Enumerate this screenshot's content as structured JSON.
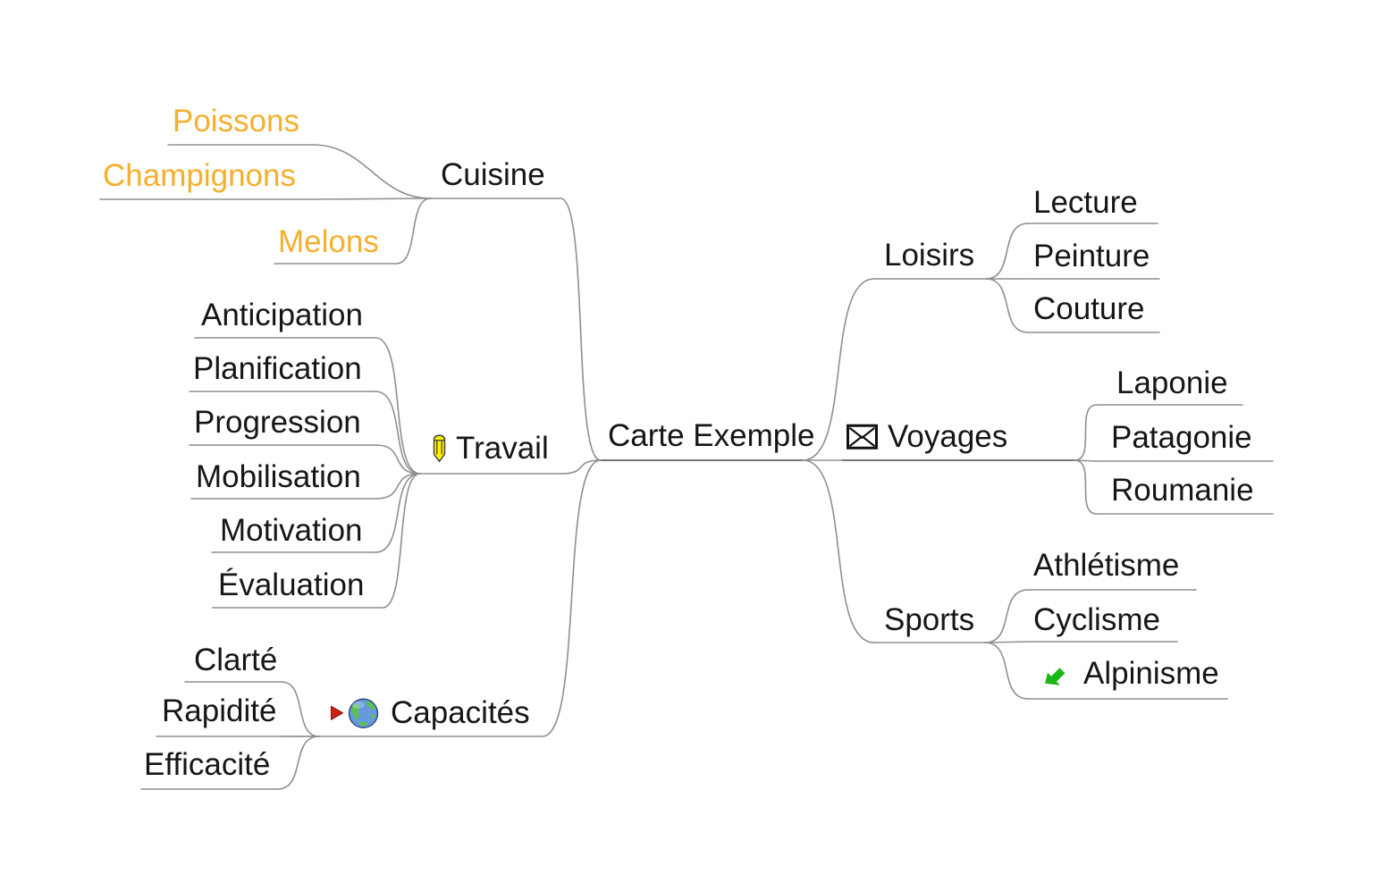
{
  "map": {
    "title": "Carte Exemple",
    "root": {
      "label": "Carte Exemple"
    },
    "left": [
      {
        "label": "Cuisine",
        "children": [
          {
            "label": "Poissons",
            "color": "#F5AF2D"
          },
          {
            "label": "Champignons",
            "color": "#F5AF2D"
          },
          {
            "label": "Melons",
            "color": "#F5AF2D"
          }
        ]
      },
      {
        "label": "Travail",
        "icons": [
          "pencil-icon"
        ],
        "children": [
          {
            "label": "Anticipation"
          },
          {
            "label": "Planification"
          },
          {
            "label": "Progression"
          },
          {
            "label": "Mobilisation"
          },
          {
            "label": "Motivation"
          },
          {
            "label": "Évaluation"
          }
        ]
      },
      {
        "label": "Capacités",
        "icons": [
          "red-triangle-icon",
          "globe-icon"
        ],
        "children": [
          {
            "label": "Clarté"
          },
          {
            "label": "Rapidité"
          },
          {
            "label": "Efficacité"
          }
        ]
      }
    ],
    "right": [
      {
        "label": "Loisirs",
        "children": [
          {
            "label": "Lecture"
          },
          {
            "label": "Peinture"
          },
          {
            "label": "Couture"
          }
        ]
      },
      {
        "label": "Voyages",
        "icons": [
          "envelope-icon"
        ],
        "children": [
          {
            "label": "Laponie"
          },
          {
            "label": "Patagonie"
          },
          {
            "label": "Roumanie"
          }
        ]
      },
      {
        "label": "Sports",
        "children": [
          {
            "label": "Athlétisme"
          },
          {
            "label": "Cyclisme"
          },
          {
            "label": "Alpinisme",
            "icons": [
              "green-arrow-icon"
            ]
          }
        ]
      }
    ]
  },
  "colors": {
    "child_accent": "#F5AF2D",
    "edge": "#8f8f8f",
    "text": "#161616",
    "background": "#ffffff",
    "pencil_yellow": "#FFF100",
    "globe_blue": "#6699DD",
    "globe_green": "#5FC050",
    "arrow_green": "#1CB817",
    "triangle_red": "#CC2018"
  }
}
